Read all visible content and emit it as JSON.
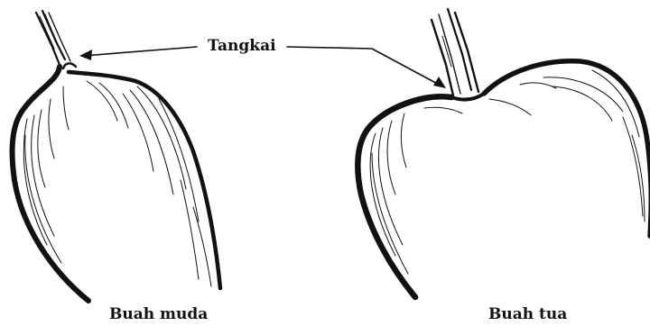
{
  "labels": {
    "stalk": "Tangkai",
    "young_fruit": "Buah muda",
    "mature_fruit": "Buah tua"
  },
  "colors": {
    "ink": "#111111",
    "background": "#ffffff"
  }
}
